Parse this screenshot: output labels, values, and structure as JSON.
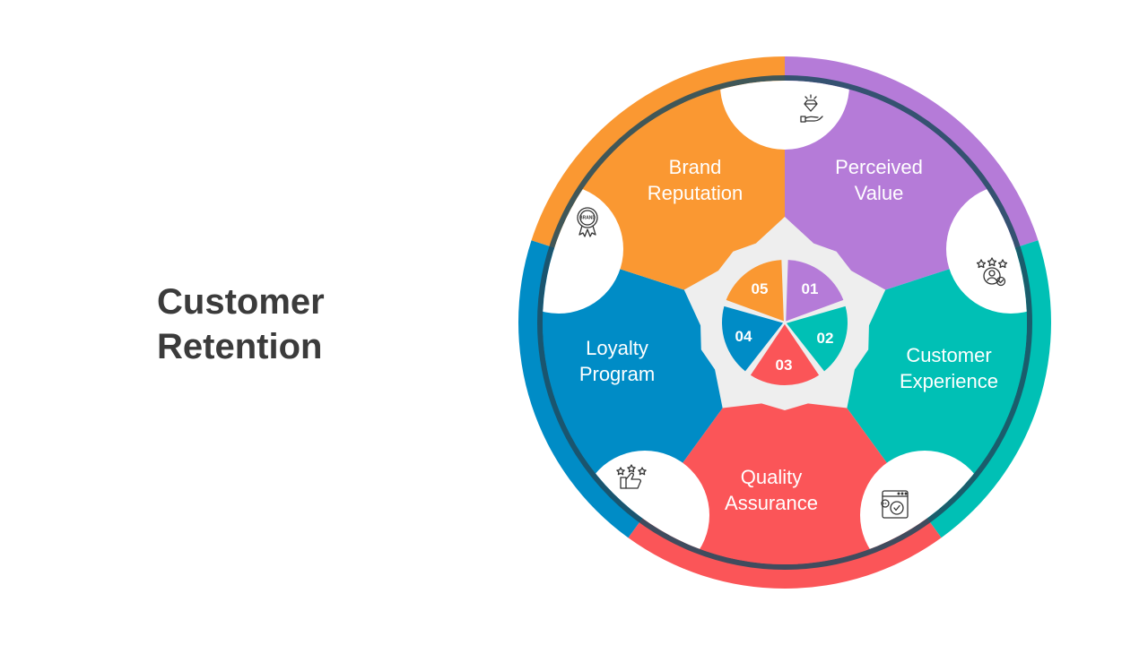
{
  "title": {
    "line1": "Customer",
    "line2": "Retention"
  },
  "segments": [
    {
      "number": "01",
      "line1": "Perceived",
      "line2": "Value",
      "color": "#b57bd8",
      "icon": "hand-diamond-icon"
    },
    {
      "number": "02",
      "line1": "Customer",
      "line2": "Experience",
      "color": "#00c0b5",
      "icon": "customer-rating-icon"
    },
    {
      "number": "03",
      "line1": "Quality",
      "line2": "Assurance",
      "color": "#fb5558",
      "icon": "quality-check-monitor-icon"
    },
    {
      "number": "04",
      "line1": "Loyalty",
      "line2": "Program",
      "color": "#008cc6",
      "icon": "thumbs-up-stars-icon"
    },
    {
      "number": "05",
      "line1": "Brand",
      "line2": "Reputation",
      "color": "#fa9832",
      "icon": "brand-badge-icon"
    }
  ],
  "icons": {
    "brand_badge_text": "BRAND"
  },
  "colors": {
    "inner_ring": "#1f4b5f",
    "hub": "#eeeeee"
  }
}
